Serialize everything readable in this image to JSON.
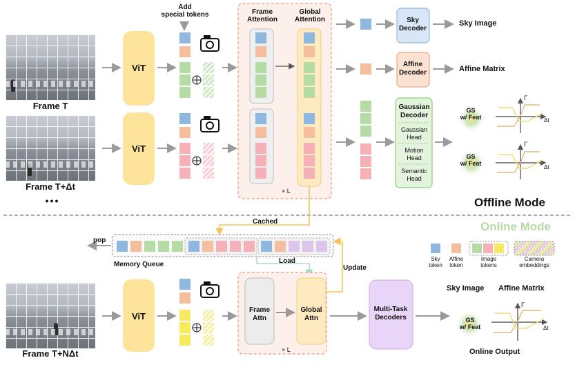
{
  "frames": {
    "t": "Frame T",
    "t_dt": "Frame T+Δt",
    "ellipsis": "•••",
    "t_ndt": "Frame T+NΔt"
  },
  "vit": "ViT",
  "add_special_tokens": "Add\nspecial tokens",
  "attention": {
    "frame": "Frame\nAttention",
    "global": "Global\nAttention",
    "times_l": "× L"
  },
  "decoders": {
    "sky": "Sky\nDecoder",
    "affine": "Affine\nDecoder",
    "gaussian_decoder": "Gaussian\nDecoder",
    "gaussian_head": "Gaussian\nHead",
    "motion_head": "Motion\nHead",
    "semantic_head": "Semantic\nHead"
  },
  "outputs": {
    "sky_image": "Sky Image",
    "affine_matrix": "Affine Matrix",
    "gs_feat": "GS\nw/ Feat",
    "gamma": "Γ",
    "delta_t": "Δt"
  },
  "modes": {
    "offline": "Offline Mode",
    "online": "Online Mode"
  },
  "memory": {
    "cached": "Cached",
    "pop": "pop",
    "queue": "Memory Queue",
    "load": "Load",
    "update": "Update"
  },
  "legend": {
    "sky_token": "Sky\ntoken",
    "affine_token": "Affine\ntoken",
    "image_tokens": "Image\ntokens",
    "camera_embeddings": "Camera\nembeddings"
  },
  "online": {
    "frame_attn": "Frame\nAttn",
    "global_attn": "Global\nAttn",
    "multitask": "Multi-Task\nDecoders",
    "sky_image": "Sky Image",
    "affine_matrix": "Affine Matrix",
    "output": "Online Output"
  },
  "colors": {
    "sky_token": "#8fb8e0",
    "affine_token": "#f5bf9e",
    "image_token_green": "#b6dca6",
    "image_token_pink": "#f6b1b8",
    "image_token_yellow": "#f7ea60",
    "image_token_purple": "#ddc4ea",
    "vit": "#fde49a",
    "global_attn": "#fdeac0",
    "memory_purple": "#e9d5f8"
  },
  "icons": [
    "camera-icon",
    "plus-circle-icon",
    "arrow-icon",
    "gaussian-blob-icon",
    "axes-plot-icon"
  ]
}
